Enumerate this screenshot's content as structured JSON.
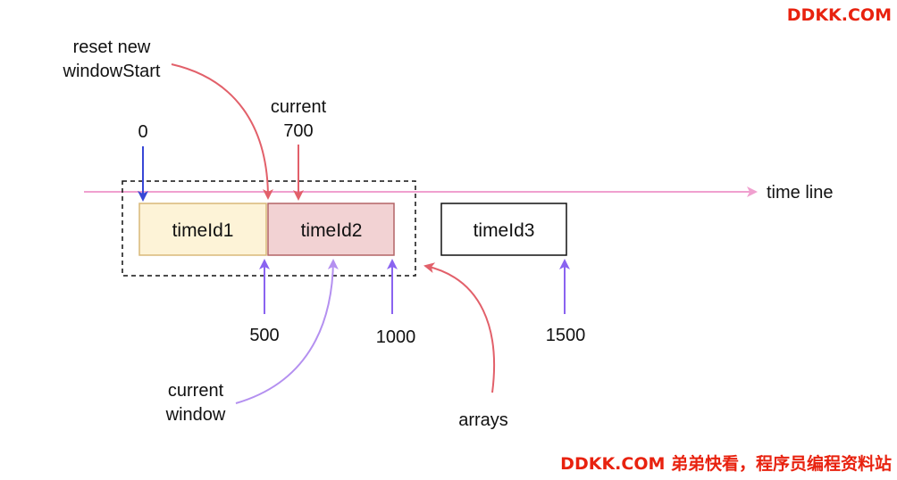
{
  "watermark": {
    "top": "DDKK.COM",
    "bottom": "DDKK.COM 弟弟快看，程序员编程资料站",
    "color": "#e8220f"
  },
  "timeline": {
    "label": "time line",
    "color": "#f0a0cf"
  },
  "boxes": [
    {
      "label": "timeId1",
      "fill": "#fdf3d7",
      "stroke": "#d8b878"
    },
    {
      "label": "timeId2",
      "fill": "#f2d2d3",
      "stroke": "#b36466"
    },
    {
      "label": "timeId3",
      "fill": "#ffffff",
      "stroke": "#111111"
    }
  ],
  "ticks": {
    "zero": "0",
    "t500": "500",
    "t1000": "1000",
    "t1500": "1500"
  },
  "annotations": {
    "reset_line1": "reset new",
    "reset_line2": "windowStart",
    "current_line1": "current",
    "current_line2": "700",
    "window_line1": "current",
    "window_line2": "window",
    "arrays": "arrays"
  },
  "colors": {
    "blue_arrow": "#3847d6",
    "red_arrow": "#e2606a",
    "purple_arrow": "#8a63f0",
    "lavender_arrow": "#b490f0"
  }
}
